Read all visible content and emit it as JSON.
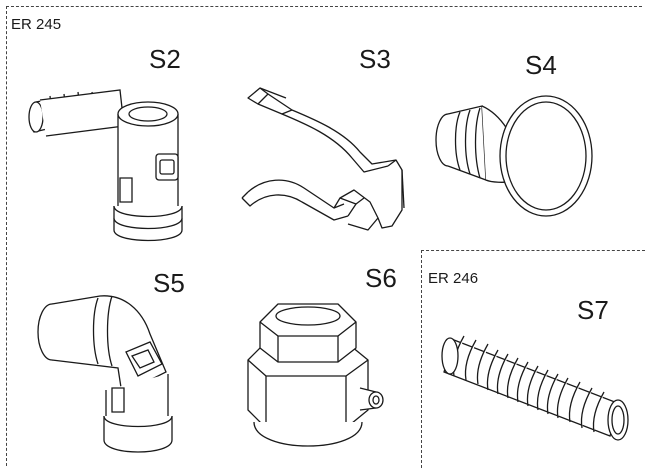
{
  "groups": {
    "er245": {
      "label": "ER 245"
    },
    "er246": {
      "label": "ER 246"
    }
  },
  "parts": {
    "s2": {
      "label": "S2"
    },
    "s3": {
      "label": "S3"
    },
    "s4": {
      "label": "S4"
    },
    "s5": {
      "label": "S5"
    },
    "s6": {
      "label": "S6"
    },
    "s7": {
      "label": "S7"
    }
  },
  "colors": {
    "line": "#1a1a1a",
    "frame": "#444444",
    "background": "#ffffff"
  }
}
